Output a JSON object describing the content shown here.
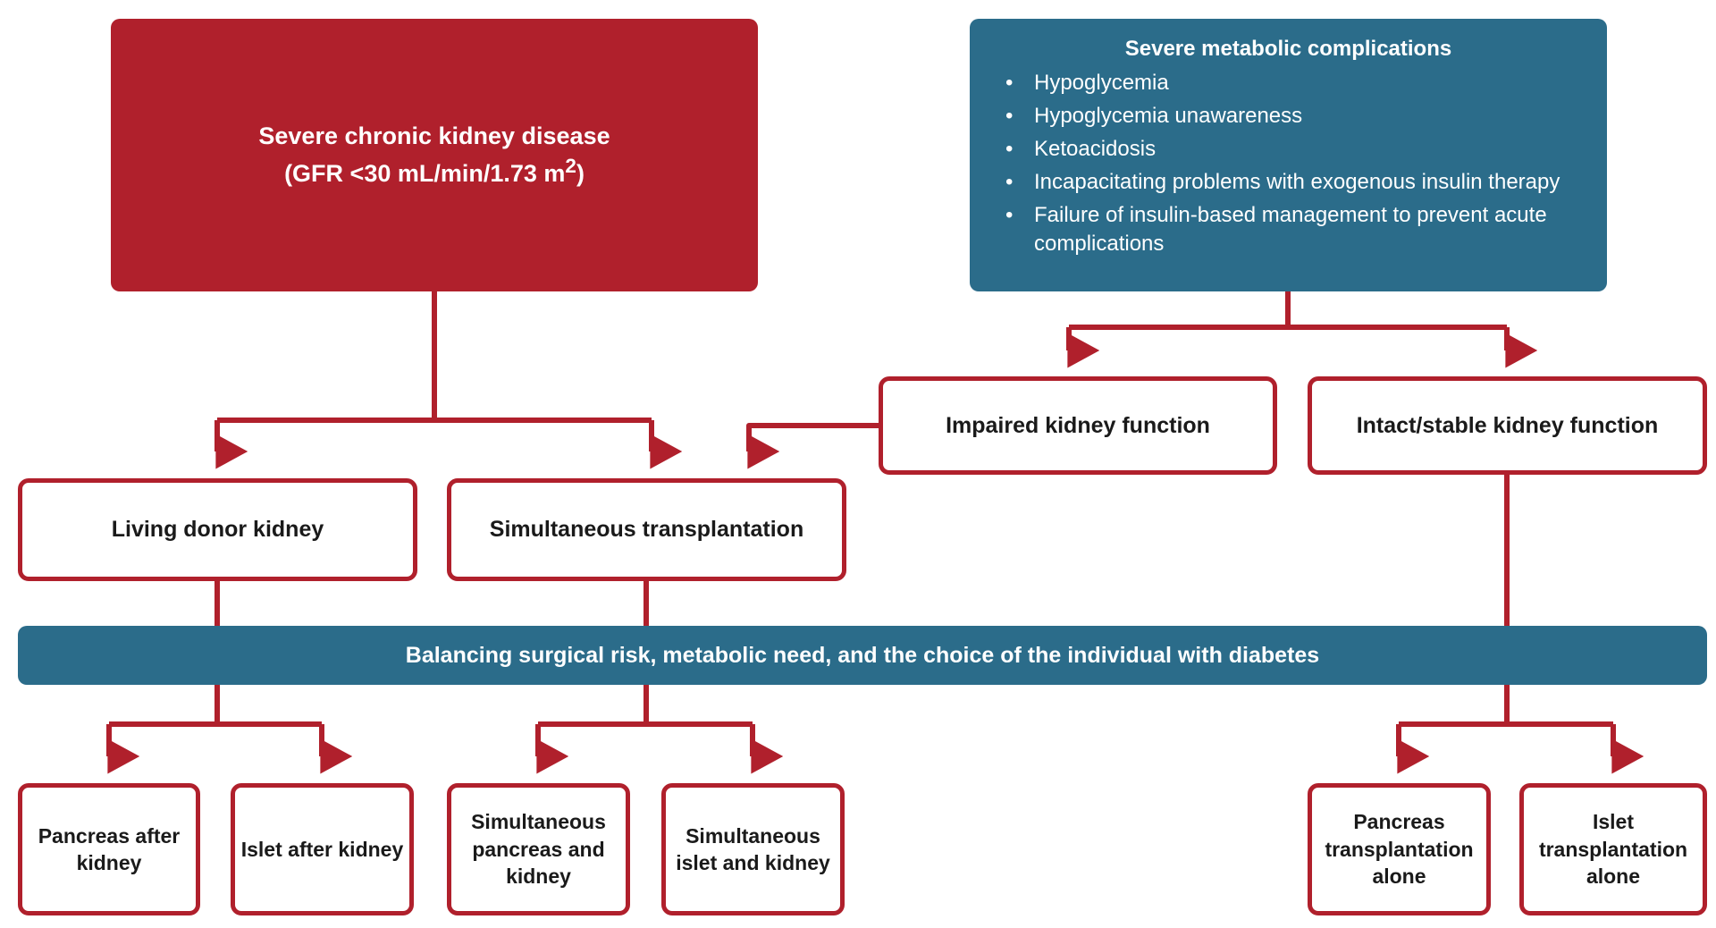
{
  "diagram": {
    "title_present": false,
    "colors": {
      "red": "#b0202c",
      "teal": "#2b6c8a",
      "box_text_dark": "#1a1a1a",
      "box_text_light": "#ffffff",
      "background": "#ffffff"
    }
  },
  "nodes": {
    "ckd": {
      "line1": "Severe chronic kidney disease",
      "line2_prefix": "(GFR <30 mL/min/1.73 m",
      "line2_sup": "2",
      "line2_suffix": ")"
    },
    "metabolic": {
      "heading": "Severe metabolic complications",
      "bullet_glyph": "•",
      "items": [
        "Hypoglycemia",
        "Hypoglycemia unawareness",
        "Ketoacidosis",
        "Incapacitating problems with exogenous insulin therapy",
        "Failure of insulin-based management to prevent acute complications"
      ]
    },
    "impaired_kidney": {
      "label": "Impaired kidney function"
    },
    "intact_kidney": {
      "label": "Intact/stable kidney function"
    },
    "living_donor": {
      "label": "Living donor kidney"
    },
    "simultaneous_transplantation": {
      "label": "Simultaneous transplantation"
    },
    "balancing": {
      "label": "Balancing surgical risk, metabolic need, and the choice of the individual with diabetes"
    },
    "pancreas_after_kidney": {
      "label": "Pancreas after kidney"
    },
    "islet_after_kidney": {
      "label": "Islet after kidney"
    },
    "simultaneous_pancreas_kidney": {
      "label": "Simultaneous pancreas and kidney"
    },
    "simultaneous_islet_kidney": {
      "label": "Simultaneous islet and kidney"
    },
    "pancreas_transplantation_alone": {
      "label": "Pancreas transplantation alone"
    },
    "islet_transplantation_alone": {
      "label": "Islet transplantation alone"
    }
  }
}
